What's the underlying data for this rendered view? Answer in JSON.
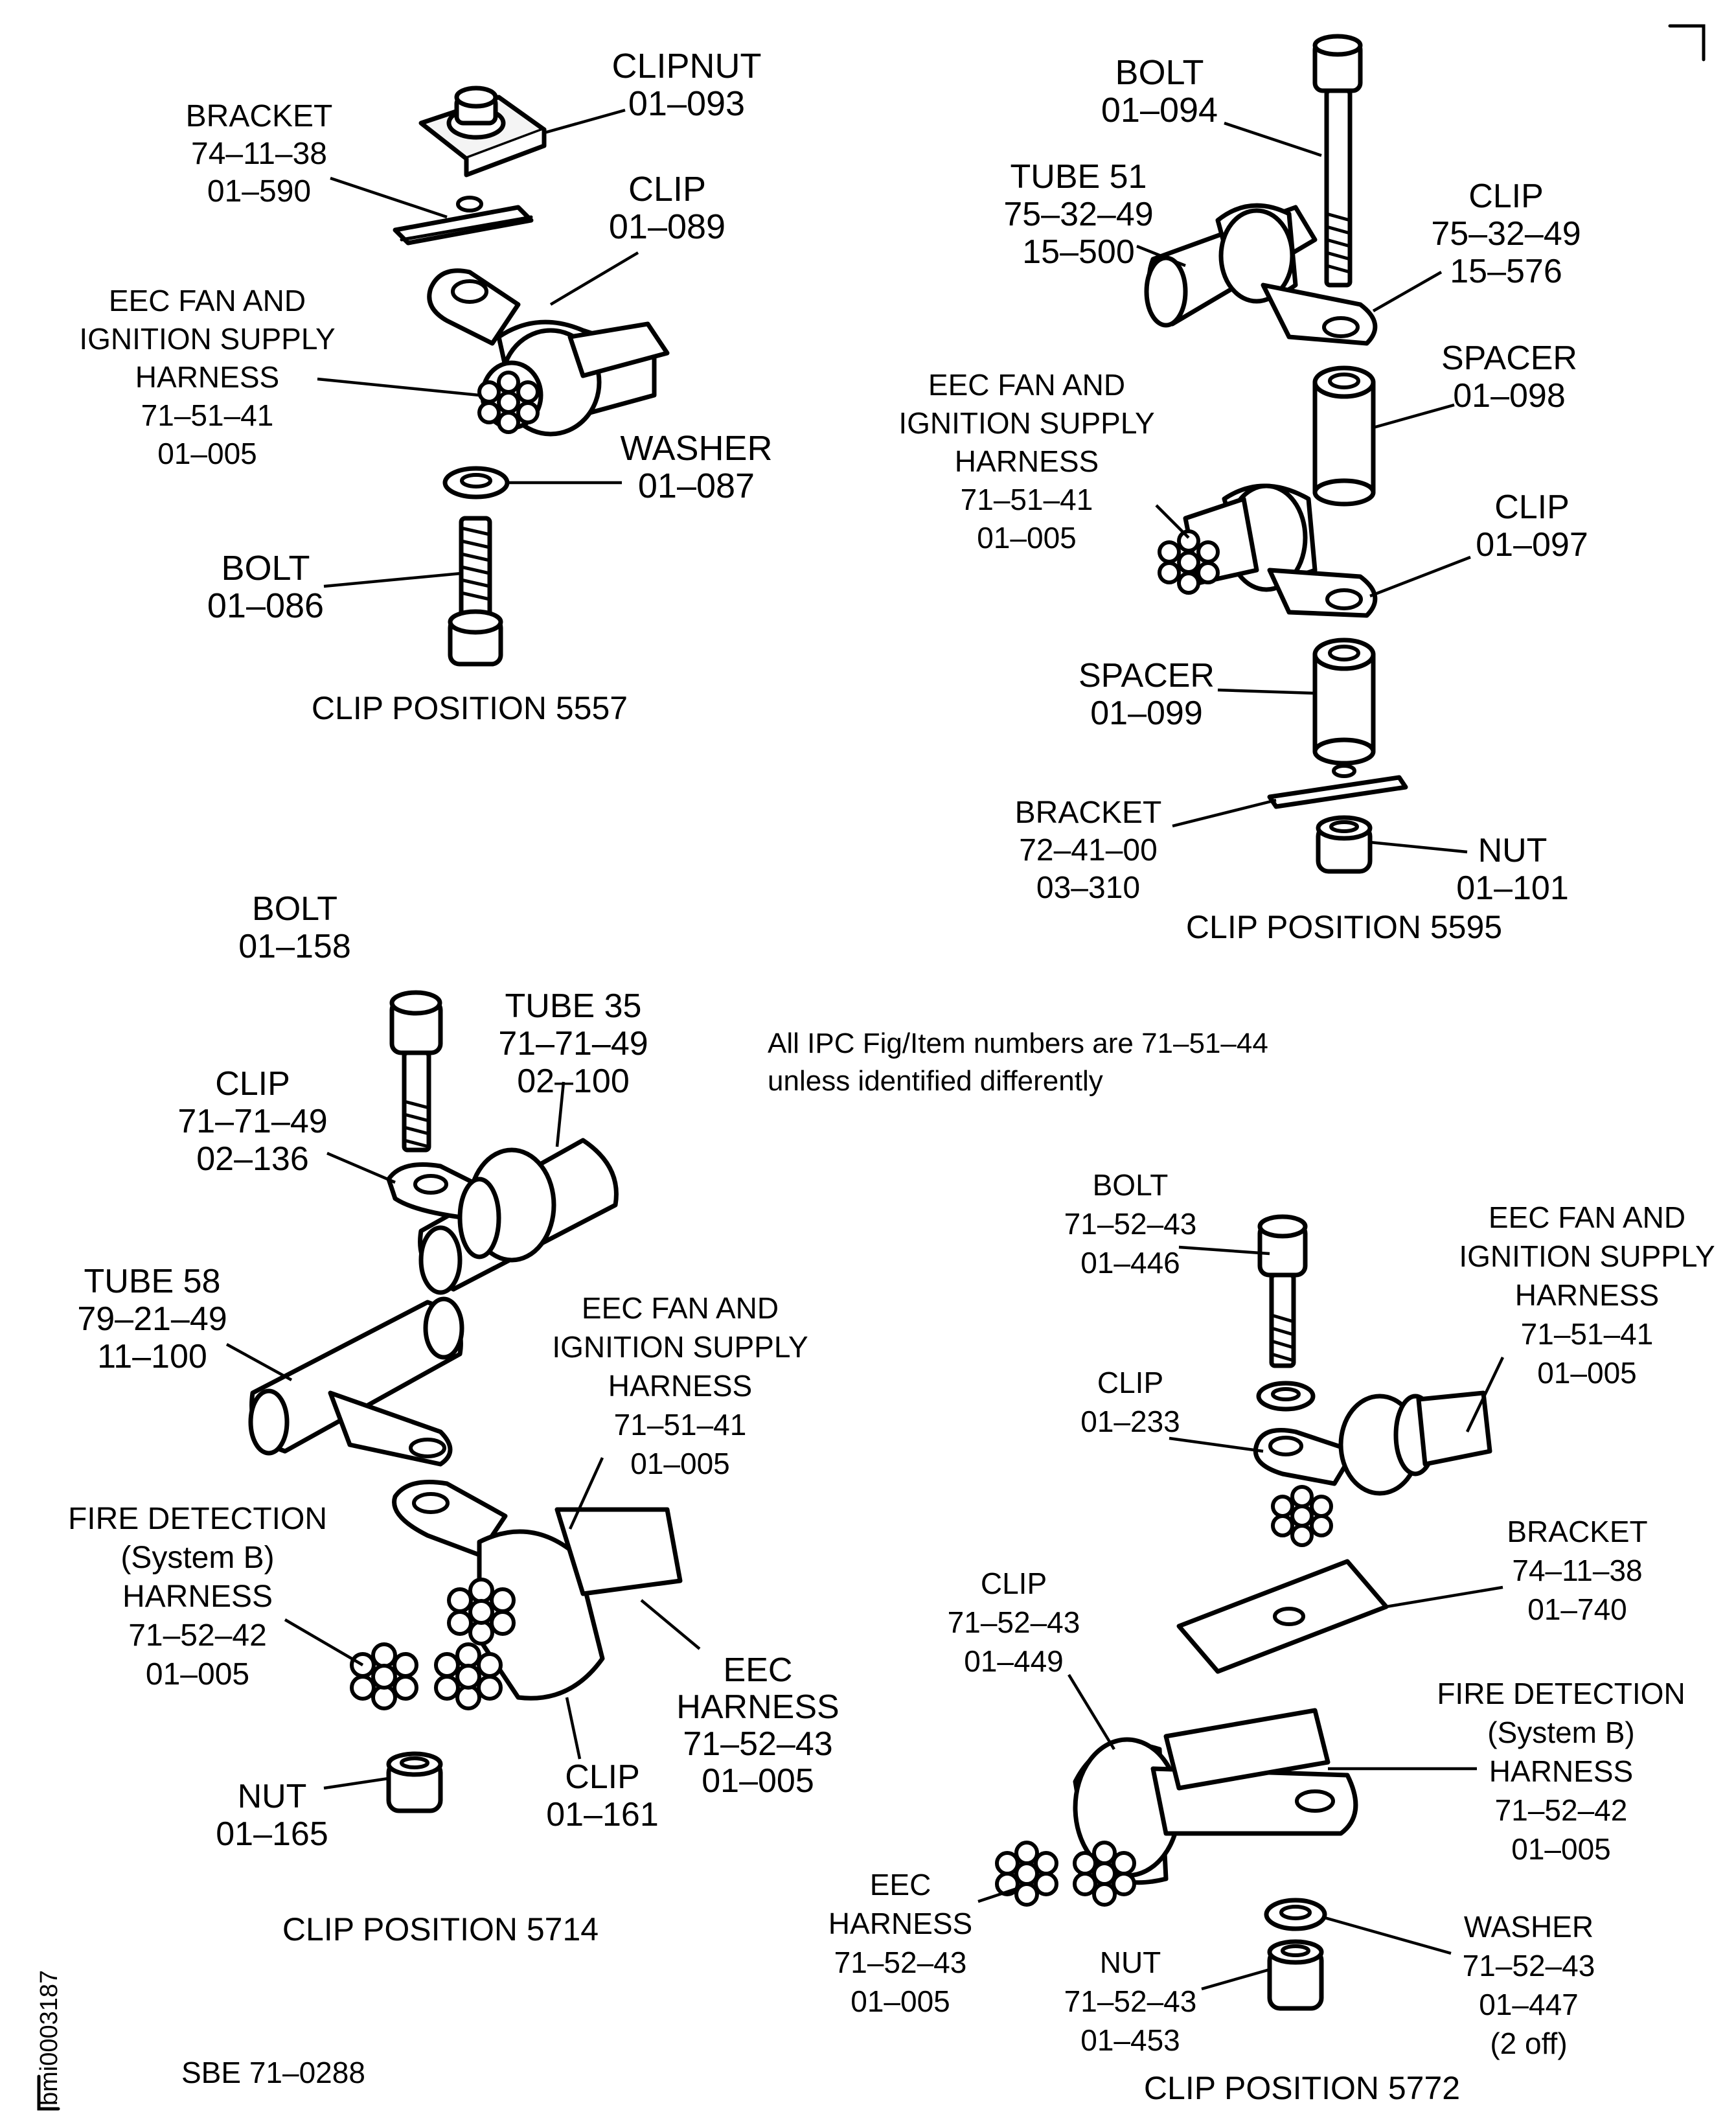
{
  "figure": {
    "note_line1": "All IPC Fig/Item numbers are 71–51–44",
    "note_line2": "unless identified differently",
    "side_id": "bmi0003187",
    "sbe_ref": "SBE 71–0288"
  },
  "positions": [
    {
      "title": "CLIP POSITION 5557",
      "labels": [
        {
          "key": "clipnut",
          "lines": [
            "CLIPNUT",
            "01–093"
          ]
        },
        {
          "key": "bracket",
          "lines": [
            "BRACKET",
            "74–11–38",
            "01–590"
          ]
        },
        {
          "key": "clip",
          "lines": [
            "CLIP",
            "01–089"
          ]
        },
        {
          "key": "harness",
          "lines": [
            "EEC FAN AND",
            "IGNITION SUPPLY",
            "HARNESS",
            "71–51–41",
            "01–005"
          ]
        },
        {
          "key": "washer",
          "lines": [
            "WASHER",
            "01–087"
          ]
        },
        {
          "key": "bolt",
          "lines": [
            "BOLT",
            "01–086"
          ]
        }
      ]
    },
    {
      "title": "CLIP POSITION 5595",
      "labels": [
        {
          "key": "bolt",
          "lines": [
            "BOLT",
            "01–094"
          ]
        },
        {
          "key": "tube",
          "lines": [
            "TUBE 51",
            "75–32–49",
            "15–500"
          ]
        },
        {
          "key": "clip1",
          "lines": [
            "CLIP",
            "75–32–49",
            "15–576"
          ]
        },
        {
          "key": "spacer1",
          "lines": [
            "SPACER",
            "01–098"
          ]
        },
        {
          "key": "harness",
          "lines": [
            "EEC FAN AND",
            "IGNITION SUPPLY",
            "HARNESS",
            "71–51–41",
            "01–005"
          ]
        },
        {
          "key": "clip2",
          "lines": [
            "CLIP",
            "01–097"
          ]
        },
        {
          "key": "spacer2",
          "lines": [
            "SPACER",
            "01–099"
          ]
        },
        {
          "key": "bracket",
          "lines": [
            "BRACKET",
            "72–41–00",
            "03–310"
          ]
        },
        {
          "key": "nut",
          "lines": [
            "NUT",
            "01–101"
          ]
        }
      ]
    },
    {
      "title": "CLIP POSITION 5714",
      "labels": [
        {
          "key": "bolt",
          "lines": [
            "BOLT",
            "01–158"
          ]
        },
        {
          "key": "tube35",
          "lines": [
            "TUBE 35",
            "71–71–49",
            "02–100"
          ]
        },
        {
          "key": "clip1",
          "lines": [
            "CLIP",
            "71–71–49",
            "02–136"
          ]
        },
        {
          "key": "tube58",
          "lines": [
            "TUBE 58",
            "79–21–49",
            "11–100"
          ]
        },
        {
          "key": "harness",
          "lines": [
            "EEC FAN AND",
            "IGNITION SUPPLY",
            "HARNESS",
            "71–51–41",
            "01–005"
          ]
        },
        {
          "key": "fire",
          "lines": [
            "FIRE DETECTION",
            "(System B)",
            "HARNESS",
            "71–52–42",
            "01–005"
          ]
        },
        {
          "key": "eec",
          "lines": [
            "EEC",
            "HARNESS",
            "71–52–43",
            "01–005"
          ]
        },
        {
          "key": "nut",
          "lines": [
            "NUT",
            "01–165"
          ]
        },
        {
          "key": "clip2",
          "lines": [
            "CLIP",
            "01–161"
          ]
        }
      ]
    },
    {
      "title": "CLIP POSITION 5772",
      "labels": [
        {
          "key": "bolt",
          "lines": [
            "BOLT",
            "71–52–43",
            "01–446"
          ]
        },
        {
          "key": "harness",
          "lines": [
            "EEC FAN AND",
            "IGNITION SUPPLY",
            "HARNESS",
            "71–51–41",
            "01–005"
          ]
        },
        {
          "key": "clip1",
          "lines": [
            "CLIP",
            "01–233"
          ]
        },
        {
          "key": "bracket",
          "lines": [
            "BRACKET",
            "74–11–38",
            "01–740"
          ]
        },
        {
          "key": "clip2",
          "lines": [
            "CLIP",
            "71–52–43",
            "01–449"
          ]
        },
        {
          "key": "fire",
          "lines": [
            "FIRE DETECTION",
            "(System B)",
            "HARNESS",
            "71–52–42",
            "01–005"
          ]
        },
        {
          "key": "eec",
          "lines": [
            "EEC",
            "HARNESS",
            "71–52–43",
            "01–005"
          ]
        },
        {
          "key": "nut",
          "lines": [
            "NUT",
            "71–52–43",
            "01–453"
          ]
        },
        {
          "key": "washer",
          "lines": [
            "WASHER",
            "71–52–43",
            "01–447",
            "(2 off)"
          ]
        }
      ]
    }
  ]
}
